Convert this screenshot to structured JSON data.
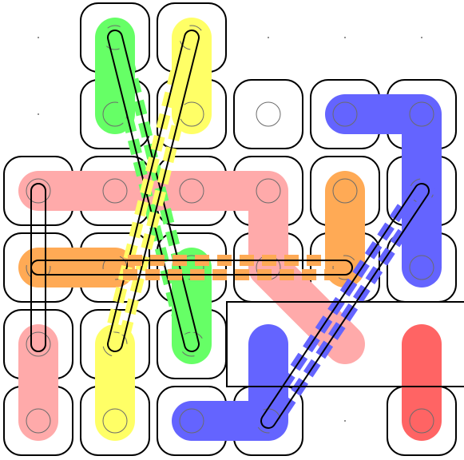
{
  "puzzle": {
    "grid": {
      "cols": 6,
      "rows": 6
    },
    "colors": {
      "green": "#66ff66",
      "yellow": "#ffff66",
      "pink": "#ffaaaa",
      "orange": "#ffaa55",
      "blue": "#6464ff",
      "red": "#ff6464",
      "outline": "#000000",
      "cell_dot": "#6b6b6b"
    },
    "cells": [
      {
        "c": 1,
        "r": 0
      },
      {
        "c": 2,
        "r": 0
      },
      {
        "c": 1,
        "r": 1
      },
      {
        "c": 2,
        "r": 1
      },
      {
        "c": 3,
        "r": 1
      },
      {
        "c": 4,
        "r": 1
      },
      {
        "c": 5,
        "r": 1
      },
      {
        "c": 0,
        "r": 2
      },
      {
        "c": 1,
        "r": 2
      },
      {
        "c": 2,
        "r": 2
      },
      {
        "c": 3,
        "r": 2
      },
      {
        "c": 4,
        "r": 2
      },
      {
        "c": 5,
        "r": 2
      },
      {
        "c": 0,
        "r": 3
      },
      {
        "c": 1,
        "r": 3
      },
      {
        "c": 2,
        "r": 3
      },
      {
        "c": 3,
        "r": 3
      },
      {
        "c": 4,
        "r": 3
      },
      {
        "c": 5,
        "r": 3
      },
      {
        "c": 0,
        "r": 4
      },
      {
        "c": 1,
        "r": 4
      },
      {
        "c": 2,
        "r": 4
      },
      {
        "c": 0,
        "r": 5
      },
      {
        "c": 1,
        "r": 5
      },
      {
        "c": 2,
        "r": 5
      },
      {
        "c": 3,
        "r": 5
      },
      {
        "c": 5,
        "r": 5
      }
    ],
    "grid_points": [
      {
        "c": 0,
        "r": 0
      },
      {
        "c": 3,
        "r": 0
      },
      {
        "c": 4,
        "r": 0
      },
      {
        "c": 5,
        "r": 0
      },
      {
        "c": 0,
        "r": 1
      },
      {
        "c": 4,
        "r": 5
      }
    ],
    "paths": [
      {
        "color": "green",
        "points": [
          [
            1,
            0
          ],
          [
            1,
            1
          ]
        ]
      },
      {
        "color": "green",
        "points": [
          [
            2,
            3
          ],
          [
            2,
            4
          ]
        ]
      },
      {
        "color": "yellow",
        "points": [
          [
            2,
            0
          ],
          [
            2,
            1
          ]
        ]
      },
      {
        "color": "yellow",
        "points": [
          [
            1,
            4
          ],
          [
            1,
            5
          ]
        ]
      },
      {
        "color": "pink",
        "points": [
          [
            0,
            2
          ],
          [
            3,
            2
          ],
          [
            3,
            3
          ],
          [
            4,
            4
          ]
        ]
      },
      {
        "color": "pink",
        "points": [
          [
            0,
            4
          ],
          [
            0,
            5
          ]
        ]
      },
      {
        "color": "orange",
        "points": [
          [
            0,
            3
          ],
          [
            1,
            3
          ]
        ]
      },
      {
        "color": "orange",
        "points": [
          [
            4,
            2
          ],
          [
            4,
            3
          ]
        ]
      },
      {
        "color": "blue",
        "points": [
          [
            4,
            1
          ],
          [
            5,
            1
          ],
          [
            5,
            3
          ]
        ]
      },
      {
        "color": "blue",
        "points": [
          [
            2,
            5
          ],
          [
            3,
            5
          ],
          [
            3,
            4
          ]
        ]
      },
      {
        "color": "red",
        "points": [
          [
            5,
            4
          ],
          [
            5,
            5
          ]
        ]
      }
    ],
    "bridges": [
      {
        "from": [
          1,
          0
        ],
        "to": [
          2,
          4
        ],
        "color": "green"
      },
      {
        "from": [
          2,
          0
        ],
        "to": [
          1,
          4
        ],
        "color": "yellow"
      },
      {
        "from": [
          0,
          3
        ],
        "to": [
          4,
          3
        ],
        "color": "orange"
      },
      {
        "from": [
          5,
          2
        ],
        "to": [
          3,
          5
        ],
        "color": "blue"
      }
    ],
    "slots": [
      {
        "from": [
          0,
          2
        ],
        "to": [
          0,
          4
        ]
      }
    ],
    "region": {
      "c0": 3,
      "r0": 4,
      "c1": 5,
      "r1": 4
    }
  }
}
